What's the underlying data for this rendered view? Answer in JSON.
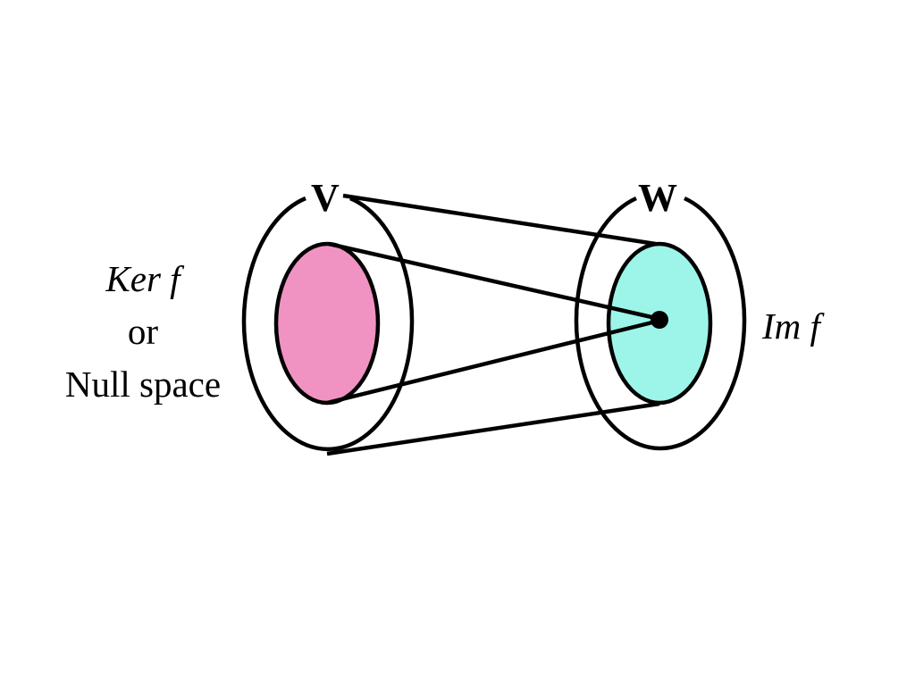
{
  "domain_labels": {
    "domain": "V",
    "codomain": "W"
  },
  "kernel": {
    "line1": "Ker f",
    "line2": "or",
    "line3": "Null space"
  },
  "image": {
    "label": "Im f"
  },
  "colors": {
    "kernel_fill": "#f093c3",
    "image_fill": "#9cf5e8",
    "stroke": "#000000",
    "background": "#ffffff"
  }
}
